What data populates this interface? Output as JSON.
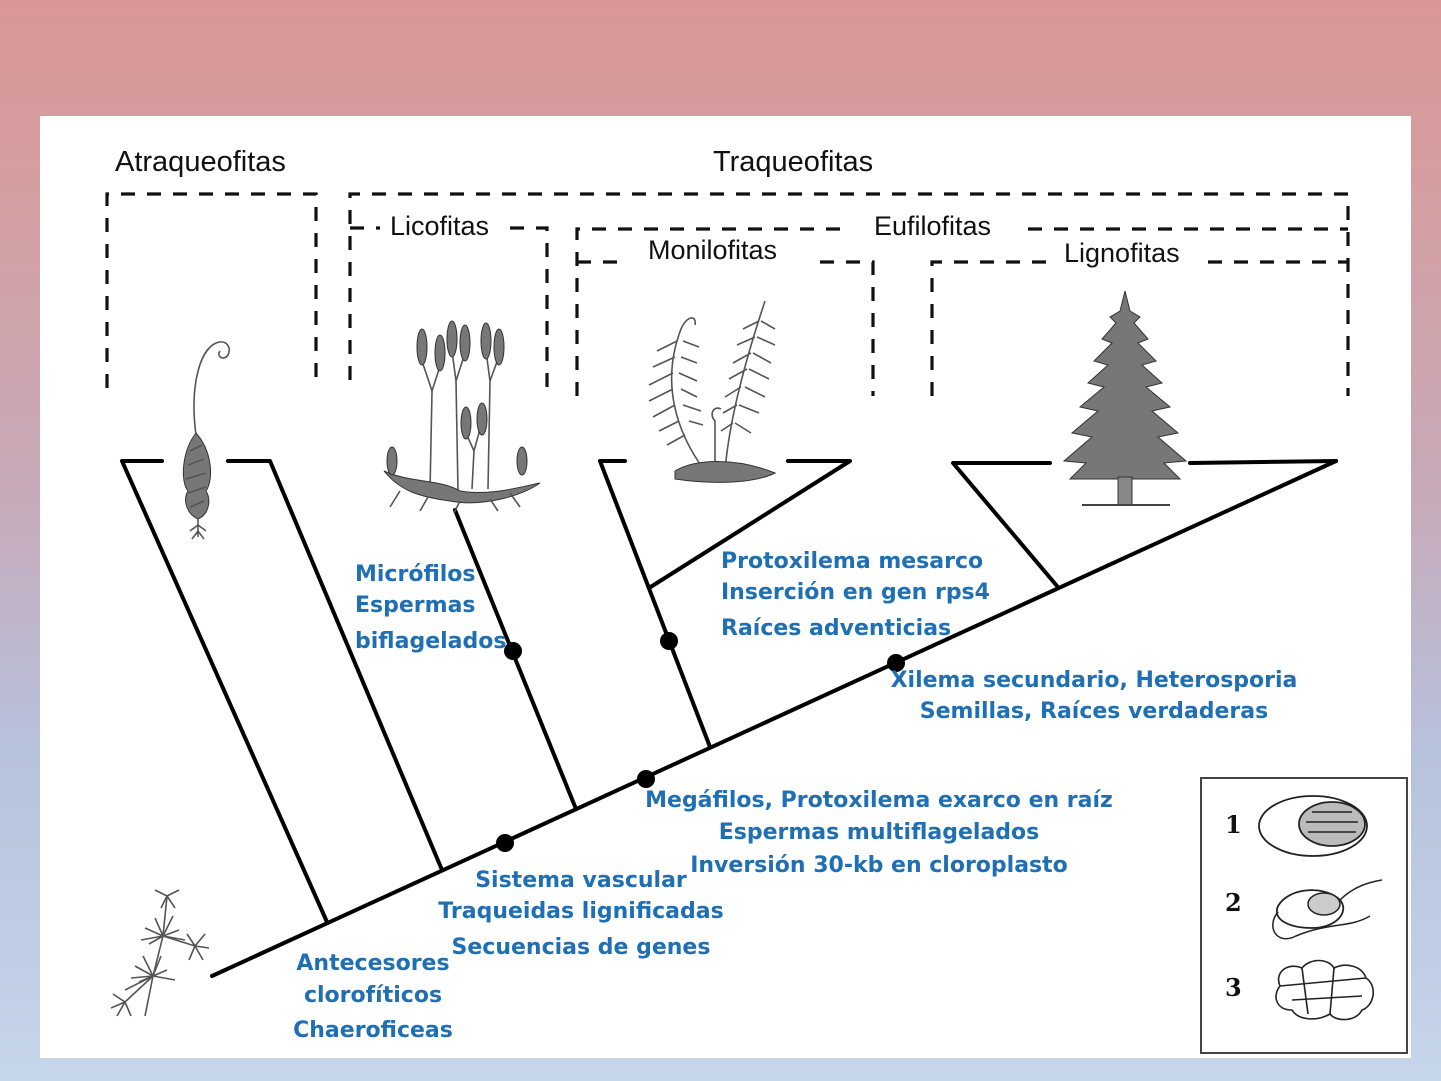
{
  "diagram": {
    "title": "Cladograma de plantas terrestres",
    "groups": {
      "atraqueofitas": "Atraqueofitas",
      "traqueofitas": "Traqueofitas",
      "licofitas": "Licofitas",
      "eufilofitas": "Eufilofitas",
      "monilofitas": "Monilofitas",
      "lignofitas": "Lignofitas"
    },
    "characters": {
      "licofitas": [
        "Micrófilos",
        "Espermas",
        "biflagelados"
      ],
      "monilofitas": [
        "Protoxilema mesarco",
        "Inserción en gen rps4",
        "Raíces adventicias"
      ],
      "lignofitas": [
        "Xilema secundario, Heterosporia",
        "Semillas,  Raíces verdaderas"
      ],
      "eufilofitas": [
        "Megáfilos, Protoxilema exarco en raíz",
        "Espermas multiflagelados",
        "Inversión  30-kb en cloroplasto"
      ],
      "traqueofitas": [
        "Sistema vascular",
        "Traqueidas lignificadas",
        "Secuencias de genes"
      ],
      "outgroup": [
        "Antecesores",
        "clorofíticos",
        "Chaeroficeas"
      ]
    },
    "taxa_illustrations": [
      "moss-icon",
      "lycopod-icon",
      "fern-icon",
      "conifer-icon",
      "charophyte-icon"
    ],
    "legend": {
      "items": [
        "1",
        "2",
        "3"
      ]
    },
    "colors": {
      "character_text": "#1f6fb4",
      "lines": "#000000",
      "background_top": "#d99696",
      "background_bottom": "#c6d6ea"
    }
  }
}
